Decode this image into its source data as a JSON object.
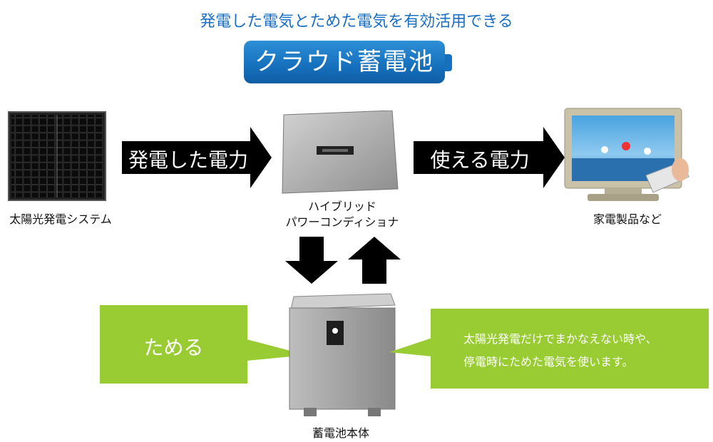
{
  "header": {
    "subtitle": "発電した電気とためた電気を有効活用できる",
    "badge_label": "クラウド蓄電池"
  },
  "nodes": {
    "solar_label": "太陽光発電システム",
    "pcs_label_line1": "ハイブリッド",
    "pcs_label_line2": "パワーコンディショナ",
    "appliance_label": "家電製品など",
    "battery_label": "蓄電池本体"
  },
  "arrows": {
    "generated_power": "発電した電力",
    "usable_power": "使える電力"
  },
  "callouts": {
    "store": "ためる",
    "use_line1": "太陽光発電だけでまかなえない時や、",
    "use_line2": "停電時にためた電気を使います。"
  },
  "colors": {
    "title_blue": "#1a6fc4",
    "callout_green": "#99cc33",
    "arrow_black": "#000000"
  }
}
